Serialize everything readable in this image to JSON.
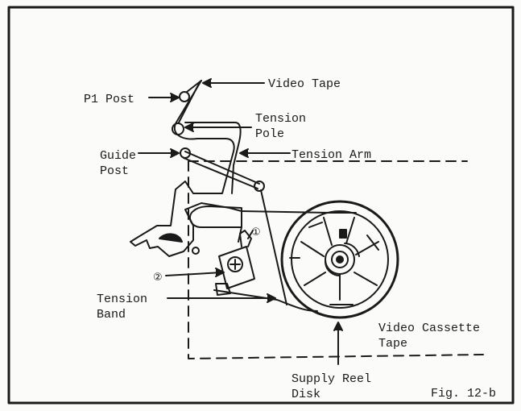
{
  "labels": {
    "p1_post": "P1 Post",
    "video_tape": "Video Tape",
    "tension_pole_1": "Tension",
    "tension_pole_2": "Pole",
    "tension_arm": "Tension Arm",
    "guide_post_1": "Guide",
    "guide_post_2": "Post",
    "tension_band_1": "Tension",
    "tension_band_2": "Band",
    "video_cassette_1": "Video Cassette",
    "video_cassette_2": "Tape",
    "supply_reel_1": "Supply Reel",
    "supply_reel_2": "Disk",
    "figure": "Fig. 12-b",
    "callout_1": "①",
    "callout_2": "②"
  },
  "colors": {
    "line": "#1a1a1a",
    "paper": "#fbfbfa"
  }
}
